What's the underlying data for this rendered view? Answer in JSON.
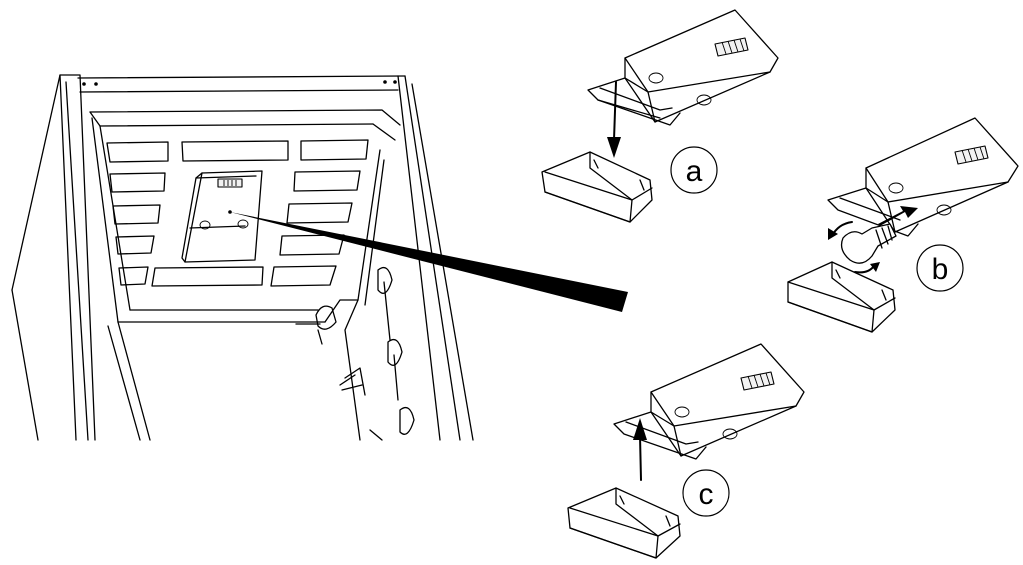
{
  "steps": [
    {
      "id": "a",
      "label": "a"
    },
    {
      "id": "b",
      "label": "b"
    },
    {
      "id": "c",
      "label": "c"
    }
  ]
}
